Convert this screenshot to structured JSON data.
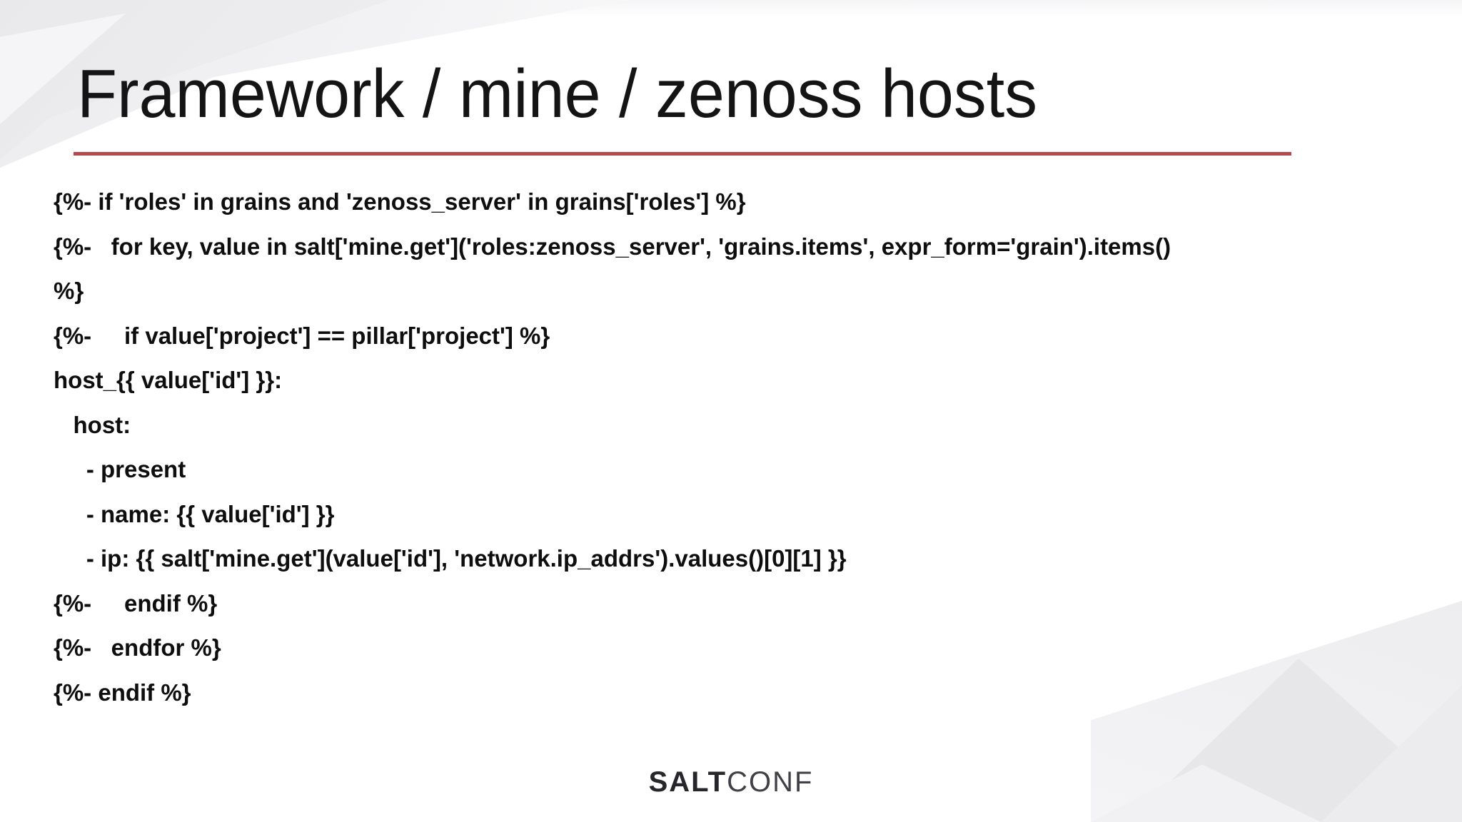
{
  "slide": {
    "title": "Framework / mine / zenoss hosts",
    "code_lines": [
      "{%- if 'roles' in grains and 'zenoss_server' in grains['roles'] %}",
      "{%-   for key, value in salt['mine.get']('roles:zenoss_server', 'grains.items', expr_form='grain').items()",
      "%}",
      "{%-     if value['project'] == pillar['project'] %}",
      "host_{{ value['id'] }}:",
      "   host:",
      "     - present",
      "     - name: {{ value['id'] }}",
      "     - ip: {{ salt['mine.get'](value['id'], 'network.ip_addrs').values()[0][1] }}",
      "{%-     endif %}",
      "{%-   endfor %}",
      "{%- endif %}"
    ],
    "footer": {
      "brand_bold": "SALT",
      "brand_light": "CONF"
    },
    "colors": {
      "background": "#ffffff",
      "title_text": "#141414",
      "accent_underline": "#b3484e",
      "code_text": "#0e0e0e",
      "brand_bold_text": "#26262b",
      "brand_light_text": "#404046",
      "decoration_gray": "#ebebee"
    }
  }
}
